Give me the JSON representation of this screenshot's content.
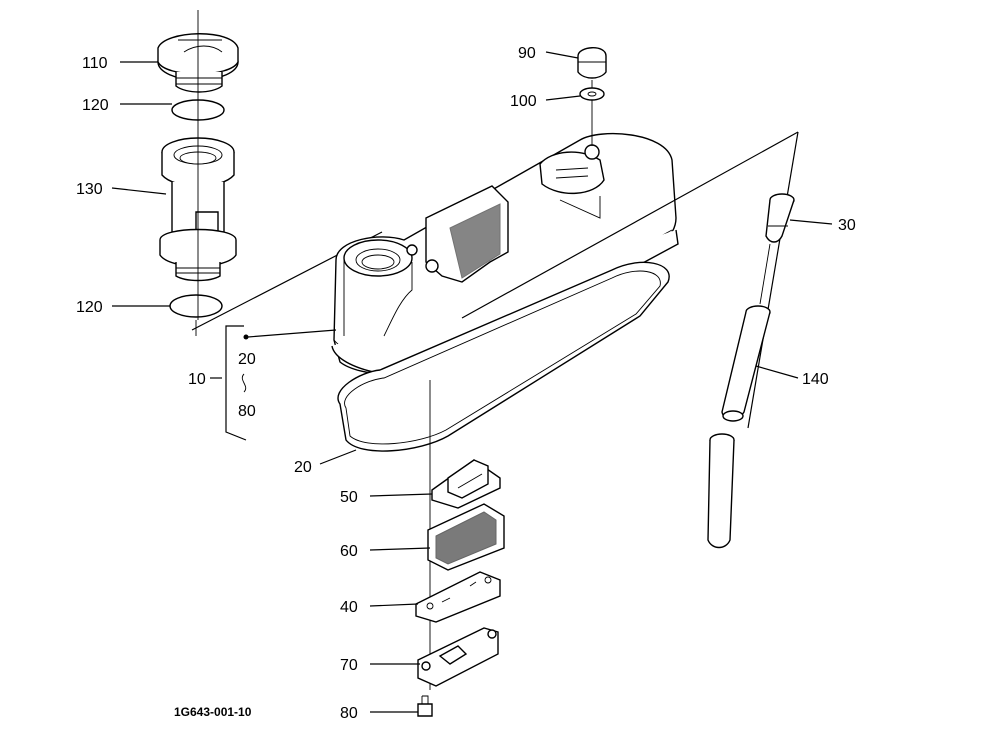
{
  "drawing_code": "1G643-001-10",
  "callouts": {
    "c110": "110",
    "c120_top": "120",
    "c130": "130",
    "c120_bottom": "120",
    "c10": "10",
    "c10_range_start": "20",
    "c10_range_end": "80",
    "c20": "20",
    "c90": "90",
    "c100": "100",
    "c30": "30",
    "c140": "140",
    "c50": "50",
    "c60": "60",
    "c40": "40",
    "c70": "70",
    "c80": "80"
  }
}
